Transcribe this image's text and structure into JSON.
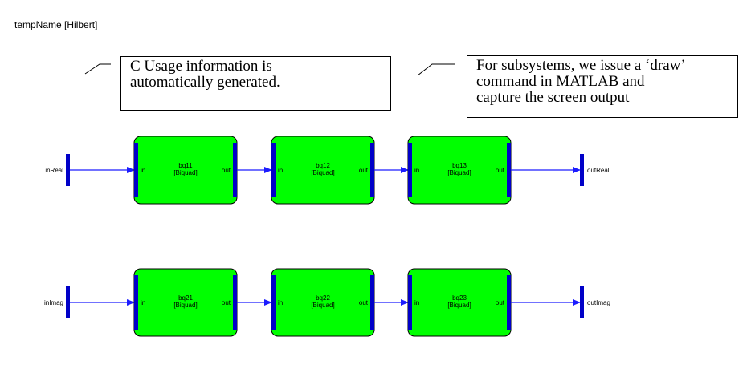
{
  "title": "tempName [Hilbert]",
  "notes": [
    {
      "text": "C Usage information is\nautomatically generated."
    },
    {
      "text": "For subsystems, we issue a ‘draw’\ncommand in MATLAB and\ncapture the screen output"
    }
  ],
  "colors": {
    "block_fill": "#00ff00",
    "port_bar": "#0000c8",
    "wire": "#1c1cff"
  },
  "rows": [
    {
      "input": "inReal",
      "output": "outReal",
      "blocks": [
        {
          "name": "bq11",
          "type": "[Biquad]",
          "in": "in",
          "out": "out"
        },
        {
          "name": "bq12",
          "type": "[Biquad]",
          "in": "in",
          "out": "out"
        },
        {
          "name": "bq13",
          "type": "[Biquad]",
          "in": "in",
          "out": "out"
        }
      ]
    },
    {
      "input": "inImag",
      "output": "outImag",
      "blocks": [
        {
          "name": "bq21",
          "type": "[Biquad]",
          "in": "in",
          "out": "out"
        },
        {
          "name": "bq22",
          "type": "[Biquad]",
          "in": "in",
          "out": "out"
        },
        {
          "name": "bq23",
          "type": "[Biquad]",
          "in": "in",
          "out": "out"
        }
      ]
    }
  ]
}
